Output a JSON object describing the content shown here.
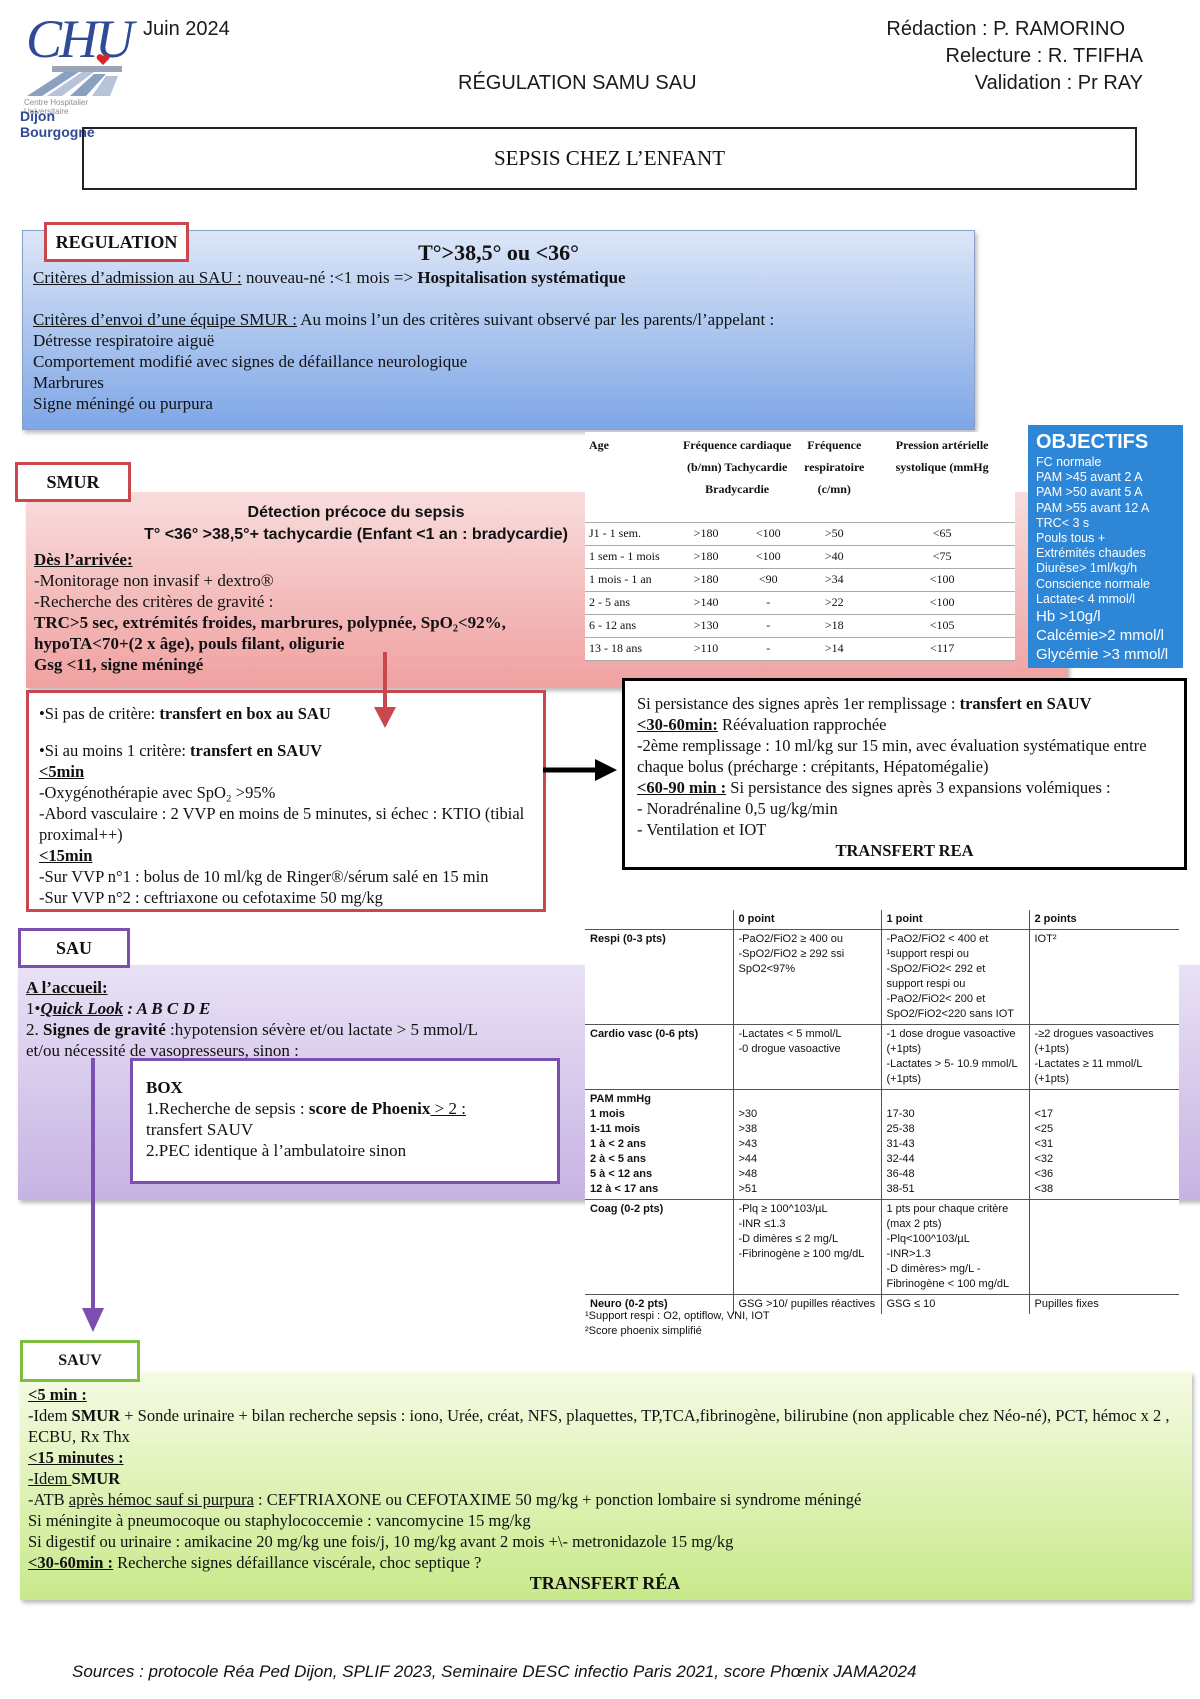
{
  "header": {
    "logo_text": "CHU",
    "logo_sub1": "Centre Hospitalier Universitaire",
    "logo_sub2": "Dijon Bourgogne",
    "date": "Juin 2024",
    "center": "RÉGULATION SAMU SAU",
    "redaction": "Rédaction : P. RAMORINO",
    "relecture": "Relecture : R. TFIFHA",
    "validation": "Validation : Pr RAY",
    "title": "SEPSIS CHEZ L’ENFANT"
  },
  "regulation": {
    "tag": "REGULATION",
    "temp": "T°>38,5° ou <36°",
    "admission_label": "Critères d’admission au SAU :",
    "admission_text": " nouveau-né :<1 mois => ",
    "admission_bold": "Hospitalisation systématique",
    "smur_label": "Critères d’envoi d’une équipe SMUR :",
    "smur_text": " Au moins l’un des critères suivant observé par les parents/l’appelant :",
    "criteria": [
      "Détresse respiratoire aiguë",
      "Comportement modifié avec signes de défaillance neurologique",
      "Marbrures",
      "Signe méningé ou purpura"
    ]
  },
  "smur": {
    "tag": "SMUR",
    "det1": "Détection précoce du sepsis",
    "det2": "T° <36° >38,5°+ tachycardie (Enfant <1 an : bradycardie)",
    "arrivee": "Dès l’arrivée:",
    "l1": "-Monitorage non invasif  + dextro®",
    "l2": "-Recherche des critères de gravité :",
    "g1": "TRC>5 sec, extrémités froides, marbrures, polypnée, SpO₂<92%,",
    "g2": "hypoTA<70+(2 x âge), pouls filant, oligurie",
    "g3": "Gsg <11, signe méningé"
  },
  "vitals": {
    "headers": [
      "Age",
      "Fréquence cardiaque (b/mn) Tachycardie Bradycardie",
      "Fréquence respiratoire (c/mn)",
      "Pression artérielle systolique (mmHg"
    ],
    "rows": [
      [
        "J1 - 1 sem.",
        ">180",
        "<100",
        ">50",
        "<65"
      ],
      [
        "1 sem - 1 mois",
        ">180",
        "<100",
        ">40",
        "<75"
      ],
      [
        "1 mois - 1 an",
        ">180",
        "<90",
        ">34",
        "<100"
      ],
      [
        "2 - 5 ans",
        ">140",
        "-",
        ">22",
        "<100"
      ],
      [
        "6 - 12 ans",
        ">130",
        "-",
        ">18",
        "<105"
      ],
      [
        "13 - 18 ans",
        ">110",
        "-",
        ">14",
        "<117"
      ]
    ]
  },
  "objectifs": {
    "title": "OBJECTIFS",
    "items": [
      "FC normale",
      "PAM >45  avant 2 A",
      "PAM >50  avant 5  A",
      "PAM >55 avant 12 A",
      "TRC< 3 s",
      "Pouls tous +",
      "Extrémités chaudes",
      "Diurèse> 1ml/kg/h",
      "Conscience normale",
      "Lactate< 4 mmol/l",
      "Hb >10g/l",
      "Calcémie>2 mmol/l",
      "Glycémie >3 mmol/l"
    ]
  },
  "smurbox": {
    "a1": "•Si pas de critère: ",
    "a1b": "transfert en box au SAU",
    "a2": "•Si au moins 1 critère: ",
    "a2b": "transfert en SAUV",
    "m5": "<5min",
    "l1": "-Oxygénothérapie avec SpO₂ >95%",
    "l2": "-Abord vasculaire : 2 VVP en moins de 5 minutes, si échec : KTIO (tibial proximal++)",
    "m15": "<15min",
    "l3": "-Sur VVP n°1 : bolus de 10 ml/kg de Ringer®/sérum salé en 15 min",
    "l4": "-Sur VVP n°2 : ceftriaxone ou cefotaxime 50 mg/kg"
  },
  "persist": {
    "p1": "Si persistance des signes après 1er remplissage : ",
    "p1b": "transfert en SAUV",
    "m1": "<30-60min:",
    "p2": " Réévaluation rapprochée",
    "p3": "-2ème remplissage : 10 ml/kg sur 15 min, avec évaluation systématique entre chaque bolus (précharge : crépitants, Hépatomégalie)",
    "m2": "<60-90 min :",
    "p4": " Si persistance des signes après 3 expansions volémiques :",
    "p5": "-  Noradrénaline 0,5 ug/kg/min",
    "p6": "-  Ventilation et IOT",
    "rea": "TRANSFERT REA"
  },
  "sau": {
    "tag": "SAU",
    "accueil": "A l’accueil:",
    "ql": "Quick Look",
    "abcde": " : A B C D E",
    "sg": "Signes de gravité",
    "sg_text": " :hypotension sévère et/ou lactate > 5 mmol/L",
    "sg_text2": " et/ou nécessité de vasopresseurs, sinon :",
    "box_title": "BOX",
    "b1": "1.Recherche de sepsis : ",
    "b1b": "score de Phoenix",
    "b1c": " > 2 :",
    "b2": "transfert SAUV",
    "b3": "2.PEC identique à l’ambulatoire sinon"
  },
  "phoenix": {
    "headers": [
      "",
      "0 point",
      "1 point",
      "2 points"
    ],
    "rows": [
      [
        "Respi (0-3 pts)",
        "-PaO2/FiO2 ≥ 400 ou\n-SpO2/FiO2 ≥ 292 ssi SpO2<97%",
        "-PaO2/FiO2 < 400 et ¹support respi ou\n-SpO2/FiO2< 292 et support respi ou\n-PaO2/FiO2< 200 et SpO2/FiO2<220 sans IOT",
        "IOT²"
      ],
      [
        "Cardio vasc (0-6 pts)",
        "-Lactates < 5 mmol/L\n-0 drogue vasoactive",
        "-1 dose drogue vasoactive (+1pts)\n-Lactates > 5- 10.9 mmol/L (+1pts)",
        "-≥2 drogues vasoactives (+1pts)\n-Lactates ≥ 11 mmol/L (+1pts)"
      ],
      [
        "PAM mmHg\n1 mois\n1-11 mois\n1 à < 2 ans\n2 à < 5 ans\n5 à < 12 ans\n12 à < 17 ans",
        "\n>30\n>38\n>43\n>44\n>48\n>51",
        "\n17-30\n25-38\n31-43\n32-44\n36-48\n38-51",
        "\n<17\n<25\n<31\n<32\n<36\n<38"
      ],
      [
        "Coag (0-2 pts)",
        "-Plq ≥ 100^103/µL\n-INR ≤1.3\n-D dimères ≤ 2 mg/L\n-Fibrinogène ≥ 100 mg/dL",
        "1 pts pour chaque critère (max 2 pts)\n-Plq<100^103/µL\n-INR>1.3\n-D dimères> mg/L -\nFibrinogène < 100 mg/dL",
        ""
      ],
      [
        "Neuro (0-2 pts)",
        "GSG >10/ pupilles réactives",
        "GSG ≤ 10",
        "Pupilles fixes"
      ]
    ],
    "note1": "¹Support respi : O2, optiflow, VNI, IOT",
    "note2": "²Score phoenix simplifié"
  },
  "sauv": {
    "tag": "SAUV",
    "m5": "<5 min :",
    "l1a": "-Idem ",
    "l1b": "SMUR",
    "l1c": " + Sonde urinaire + bilan recherche sepsis : iono, Urée, créat, NFS, plaquettes, TP,TCA,fibrinogène, bilirubine (non applicable chez Néo-né), PCT, hémoc x 2 , ECBU, Rx Thx",
    "m15": "<15 minutes :",
    "l2a": "-Idem ",
    "l2b": "SMUR",
    "l3a": "-ATB ",
    "l3b": "après hémoc sauf si purpura",
    "l3c": " : CEFTRIAXONE ou CEFOTAXIME 50 mg/kg + ponction lombaire si syndrome méningé",
    "l4": "Si méningite à pneumocoque ou staphylococcemie : vancomycine 15 mg/kg",
    "l5": "Si digestif ou urinaire : amikacine 20 mg/kg une fois/j, 10 mg/kg avant 2 mois +\\- metronidazole 15 mg/kg",
    "m30": "<30-60min :",
    "l6": " Recherche signes défaillance viscérale, choc septique ?",
    "rea": "TRANSFERT RÉA"
  },
  "sources": "Sources : protocole Réa Ped Dijon, SPLIF 2023, Seminaire DESC infectio Paris 2021, score Phœnix JAMA2024",
  "colors": {
    "blue": "#7ea6e6",
    "red": "#c9474d",
    "purple": "#7b4fb0",
    "green": "#7bbf3a",
    "objectifs": "#2e86d6"
  }
}
